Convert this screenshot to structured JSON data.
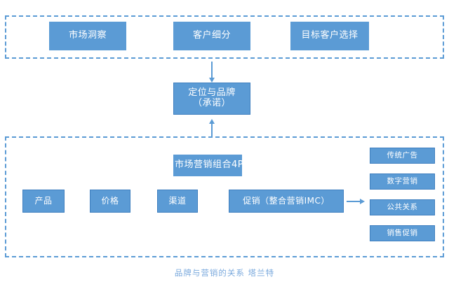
{
  "diagram": {
    "caption": "品牌与营销的关系  塔兰特",
    "accent_color": "#5b9bd5",
    "caption_color": "#7aa9dd",
    "background_color": "#ffffff",
    "regions": [
      {
        "name": "strategy-region",
        "label": ""
      },
      {
        "name": "marketing-mix-region",
        "label": ""
      }
    ],
    "strategy_nodes": [
      {
        "label": "市场洞察"
      },
      {
        "label": "客户细分"
      },
      {
        "label": "目标客户选择"
      }
    ],
    "positioning_node": {
      "line1": "定位与品牌",
      "line2": "（承诺）"
    },
    "mix_title_node": {
      "label": "市场营销组合4P"
    },
    "mix_nodes": [
      {
        "label": "产品"
      },
      {
        "label": "价格"
      },
      {
        "label": "渠道"
      },
      {
        "label": "促销（整合营销IMC）"
      }
    ],
    "promotion_channels": [
      {
        "label": "传统广告"
      },
      {
        "label": "数字营销"
      },
      {
        "label": "公共关系"
      },
      {
        "label": "销售促销"
      }
    ],
    "connectors": [
      {
        "name": "strategy-to-positioning-arrow",
        "direction": "down"
      },
      {
        "name": "mix-to-positioning-arrow",
        "direction": "up"
      },
      {
        "name": "promotion-to-channels-arrow",
        "direction": "right"
      }
    ]
  }
}
